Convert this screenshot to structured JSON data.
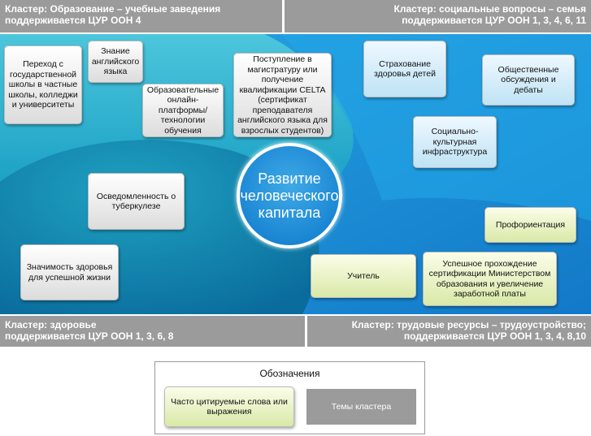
{
  "clusters": {
    "top_left": {
      "line1": "Кластер: Образование – учебные заведения",
      "line2": "поддерживается ЦУР ООН 4"
    },
    "top_right": {
      "line1": "Кластер: социальные вопросы – семья",
      "line2": "поддерживается ЦУР ООН  1, 3, 4, 6, 11"
    },
    "bottom_left": {
      "line1": "Кластер: здоровье",
      "line2": "поддерживается ЦУР ООН 1, 3, 6, 8"
    },
    "bottom_right": {
      "line1": "Кластер: трудовые ресурсы – трудоустройство;",
      "line2": "поддерживается ЦУР ООН 1, 3, 4, 8,10"
    }
  },
  "center": {
    "text": "Развитие человеческого капитала"
  },
  "phrases": {
    "private_schools": "Переход с государственной школы в частные школы, колледжи и университеты",
    "english": "Знание английского языка",
    "online_platforms": "Образовательные онлайн-платформы/ технологии обучения",
    "masters_celta": "Поступление в магистратуру или получение квалификации CELTA (сертификат преподавателя английского языка для взрослых студентов)",
    "child_insurance": "Страхование здоровья детей",
    "public_discussion": "Общественные обсуждения и дебаты",
    "socio_cultural": "Социально-культурная инфраструктура",
    "tuberculosis": "Осведомленность о туберкулезе",
    "career_guidance": "Профориентация",
    "health_importance": "Значимость здоровья для успешной жизни",
    "teacher": "Учитель",
    "certification": "Успешное прохождение сертификации Министерством образования и увеличение заработной платы"
  },
  "legend": {
    "title": "Обозначения",
    "frequent_words": "Часто цитируемые слова или выражения",
    "cluster_themes": "Темы кластера"
  },
  "colors": {
    "cluster_header": "#9b9b9b",
    "teal_region": "#29b6cf",
    "blue_region": "#1f95dc",
    "central_circle": "#1b87d4"
  }
}
